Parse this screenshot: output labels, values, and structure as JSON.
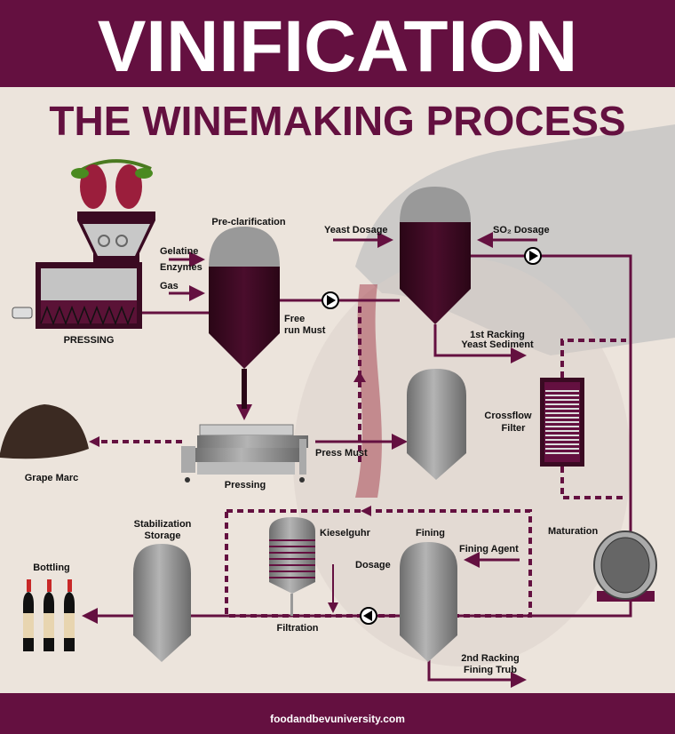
{
  "header": {
    "title": "VINIFICATION",
    "subtitle": "THE WINEMAKING PROCESS"
  },
  "colors": {
    "brand": "#641040",
    "tank_liquid": "#3a0a22",
    "steel": "#8a8a8a",
    "background": "#ece4dc"
  },
  "labels": {
    "pressing_top": "PRESSING",
    "pre_clarification": "Pre-clarification",
    "gelatine": "Gelatine",
    "enzymes": "Enzymes",
    "gas": "Gas",
    "free_run_1": "Free",
    "free_run_2": "run Must",
    "yeast_dosage": "Yeast Dosage",
    "so2_dosage": "SO₂ Dosage",
    "racking1_1": "1st Racking",
    "racking1_2": "Yeast Sediment",
    "crossflow_1": "Crossflow",
    "crossflow_2": "Filter",
    "grape_marc": "Grape Marc",
    "pressing": "Pressing",
    "press_must": "Press Must",
    "stabilization_1": "Stabilization",
    "stabilization_2": "Storage",
    "kieselguhr": "Kieselguhr",
    "fining": "Fining",
    "fining_agent": "Fining Agent",
    "dosage": "Dosage",
    "maturation": "Maturation",
    "bottling": "Bottling",
    "filtration": "Filtration",
    "racking2_1": "2nd Racking",
    "racking2_2": "Fining Trub"
  },
  "footer": {
    "url": "foodandbevuniversity.com"
  }
}
